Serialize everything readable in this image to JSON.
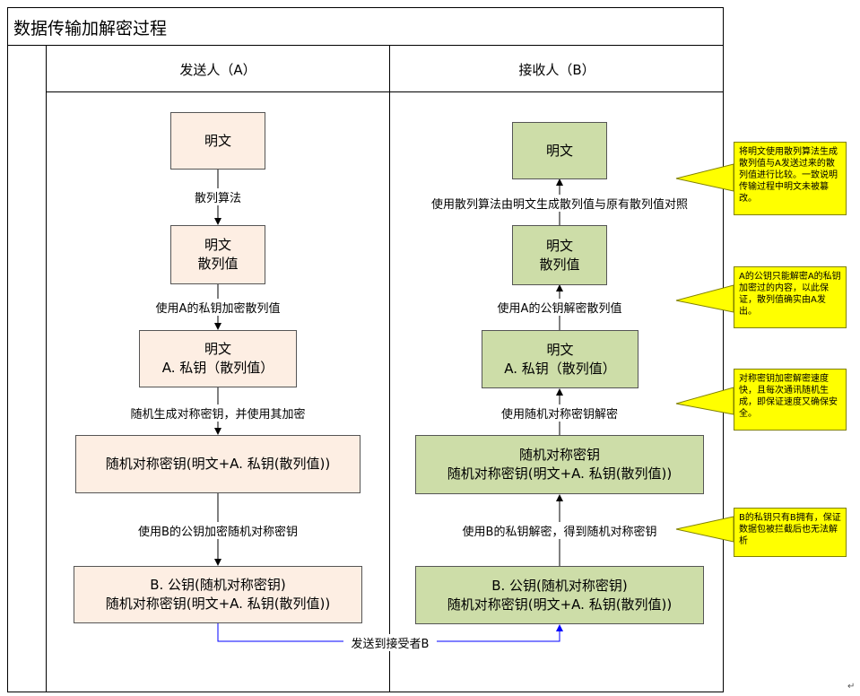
{
  "title": "数据传输加解密过程",
  "lanes": {
    "sender": "发送人（A）",
    "receiver": "接收人（B）"
  },
  "left": {
    "box1": "明文",
    "label1": "散列算法",
    "box2_line1": "明文",
    "box2_line2": "散列值",
    "label2": "使用A的私钥加密散列值",
    "box3_line1": "明文",
    "box3_line2": "A. 私钥（散列值）",
    "label3": "随机生成对称密钥，并使用其加密",
    "box4": "随机对称密钥(明文+A. 私钥(散列值))",
    "label4": "使用B的公钥加密随机对称密钥",
    "box5_line1": "B. 公钥(随机对称密钥)",
    "box5_line2": "随机对称密钥(明文+A. 私钥(散列值))"
  },
  "right": {
    "box1": "明文",
    "label1": "使用散列算法由明文生成散列值与原有散列值对照",
    "box2_line1": "明文",
    "box2_line2": "散列值",
    "label2": "使用A的公钥解密散列值",
    "box3_line1": "明文",
    "box3_line2": "A. 私钥（散列值）",
    "label3": "使用随机对称密钥解密",
    "box4_line1": "随机对称密钥",
    "box4_line2": "随机对称密钥(明文+A. 私钥(散列值))",
    "label4": "使用B的私钥解密，得到随机对称密钥",
    "box5_line1": "B. 公钥(随机对称密钥)",
    "box5_line2": "随机对称密钥(明文+A. 私钥(散列值))"
  },
  "send_label": "发送到接受者B",
  "notes": {
    "note1": "将明文使用散列算法生成散列值与A发送过来的散列值进行比较。一致说明传输过程中明文未被篡改。",
    "note2": "A的公钥只能解密A的私钥加密过的内容，以此保证，散列值确实由A发出。",
    "note3": "对称密钥加密解密速度快，且每次通讯随机生成，即保证速度又确保安全。",
    "note4": "B的私钥只有B拥有，保证数据包被拦截后也无法解析"
  },
  "colors": {
    "sender_fill": "#fdeee3",
    "receiver_fill": "#cddda8",
    "note_fill": "#ffff00",
    "send_line": "#0000ff"
  }
}
